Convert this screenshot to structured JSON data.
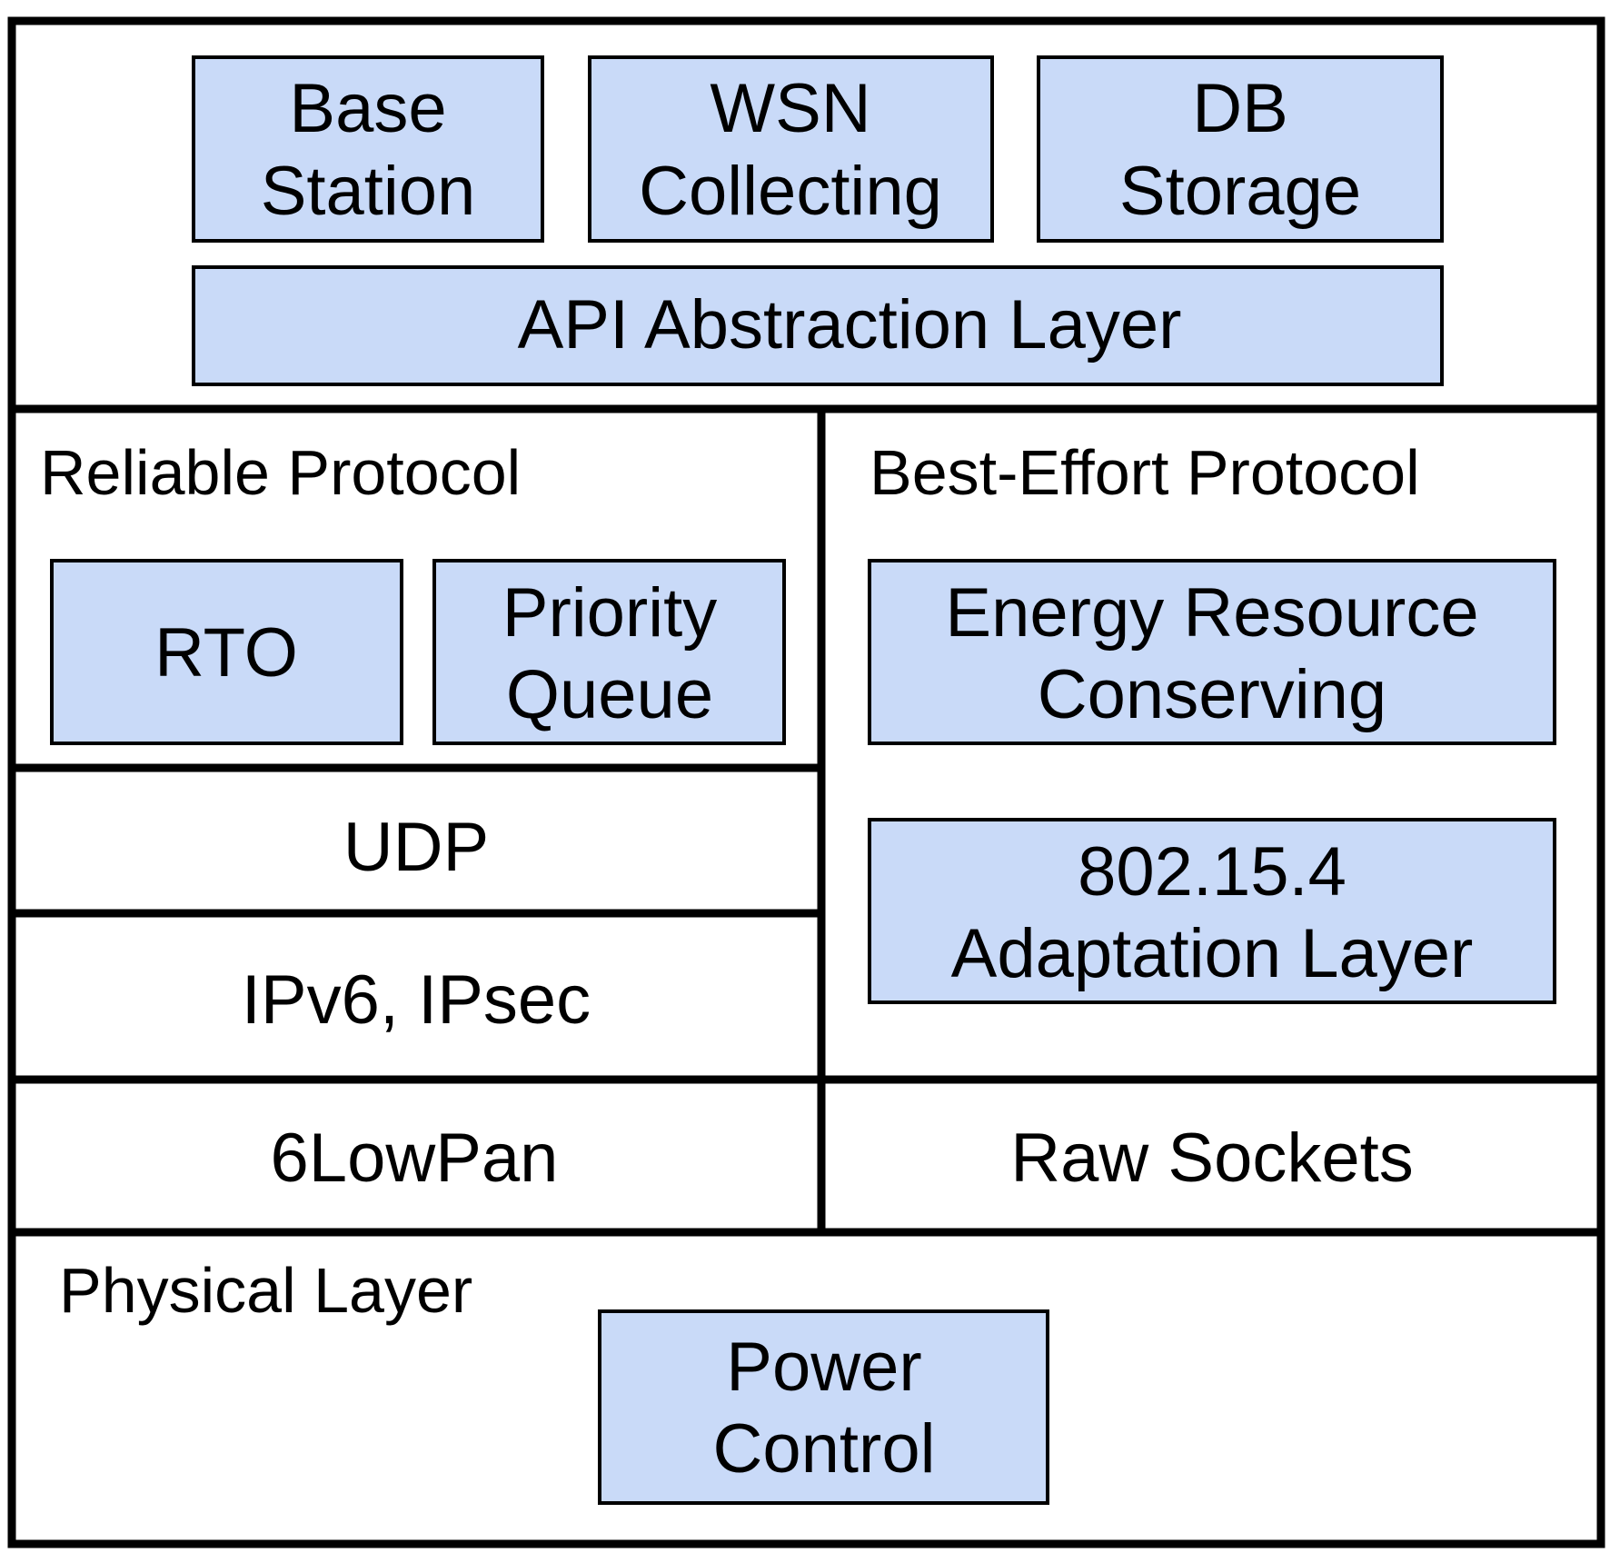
{
  "application_layer": {
    "base_station": [
      "Base",
      "Station"
    ],
    "wsn_collecting": [
      "WSN",
      "Collecting"
    ],
    "db_storage": [
      "DB",
      "Storage"
    ],
    "api": "API Abstraction Layer"
  },
  "reliable": {
    "title": "Reliable Protocol",
    "rto": "RTO",
    "priority_queue": [
      "Priority",
      "Queue"
    ],
    "udp": "UDP",
    "ipv6": "IPv6, IPsec",
    "lowpan": "6LowPan"
  },
  "best_effort": {
    "title": "Best-Effort Protocol",
    "energy": [
      "Energy Resource",
      "Conserving"
    ],
    "adaptation": [
      "802.15.4",
      "Adaptation Layer"
    ],
    "raw_sockets": "Raw Sockets"
  },
  "physical": {
    "title": "Physical Layer",
    "power_control": [
      "Power",
      "Control"
    ]
  },
  "colors": {
    "box_fill": "#c9daf8",
    "stroke": "#000000"
  }
}
